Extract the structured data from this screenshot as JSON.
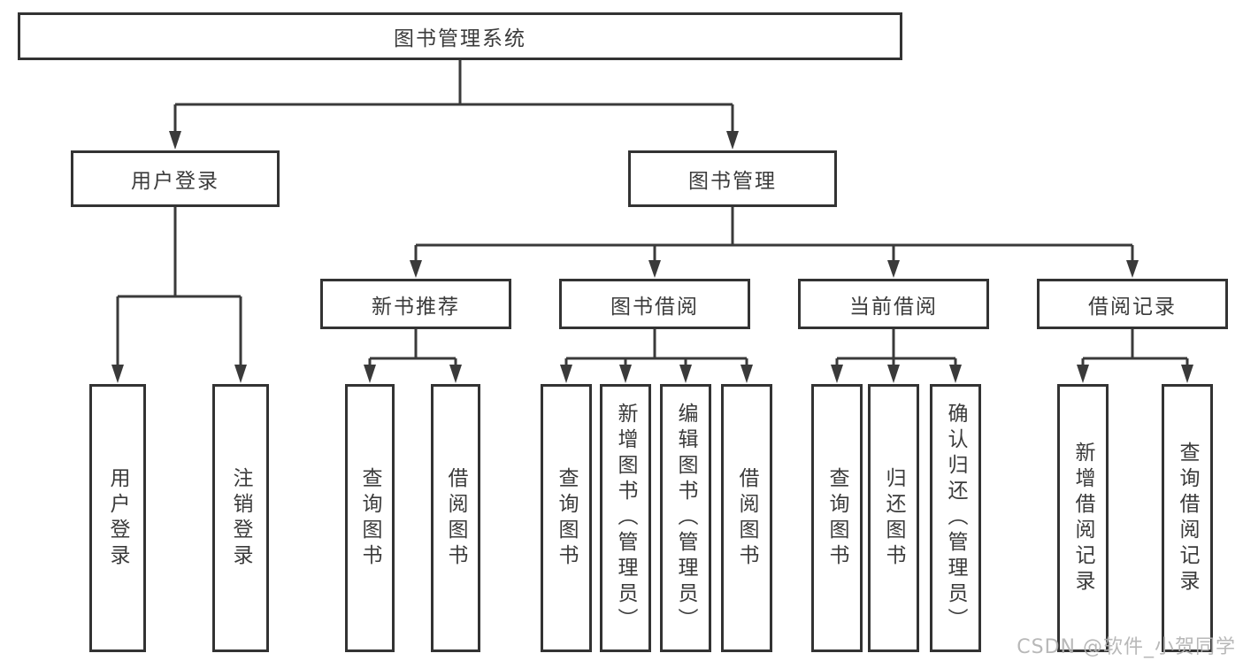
{
  "diagram_title": "图书管理系统",
  "watermark": "CSDN @软件_小贺同学",
  "colors": {
    "line": "#3a3a3a",
    "box_border": "#333333",
    "text": "#3b3b3b",
    "background": "#ffffff",
    "watermark": "#b2b2b2"
  },
  "tree": {
    "label": "图书管理系统",
    "children": [
      {
        "label": "用户登录",
        "children": [
          {
            "label": "用户登录"
          },
          {
            "label": "注销登录"
          }
        ]
      },
      {
        "label": "图书管理",
        "children": [
          {
            "label": "新书推荐",
            "children": [
              {
                "label": "查询图书"
              },
              {
                "label": "借阅图书"
              }
            ]
          },
          {
            "label": "图书借阅",
            "children": [
              {
                "label": "查询图书"
              },
              {
                "label": "新增图书（管理员）"
              },
              {
                "label": "编辑图书（管理员）"
              },
              {
                "label": "借阅图书"
              }
            ]
          },
          {
            "label": "当前借阅",
            "children": [
              {
                "label": "查询图书"
              },
              {
                "label": "归还图书"
              },
              {
                "label": "确认归还（管理员）"
              }
            ]
          },
          {
            "label": "借阅记录",
            "children": [
              {
                "label": "新增借阅记录"
              },
              {
                "label": "查询借阅记录"
              }
            ]
          }
        ]
      }
    ]
  }
}
